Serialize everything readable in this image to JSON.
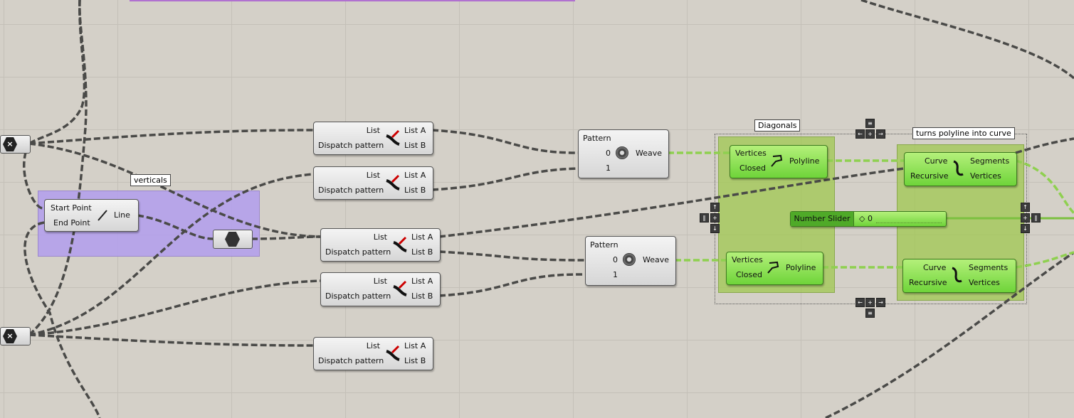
{
  "dispatch": [
    {
      "in1": "List",
      "in2": "Dispatch pattern",
      "out1": "List A",
      "out2": "List B"
    },
    {
      "in1": "List",
      "in2": "Dispatch pattern",
      "out1": "List A",
      "out2": "List B"
    },
    {
      "in1": "List",
      "in2": "Dispatch pattern",
      "out1": "List A",
      "out2": "List B"
    },
    {
      "in1": "List",
      "in2": "Dispatch pattern",
      "out1": "List A",
      "out2": "List B"
    },
    {
      "in1": "List",
      "in2": "Dispatch pattern",
      "out1": "List A",
      "out2": "List B"
    }
  ],
  "weave": [
    {
      "in0": "Pattern",
      "in1": "0",
      "in2": "1",
      "out": "Weave"
    },
    {
      "in0": "Pattern",
      "in1": "0",
      "in2": "1",
      "out": "Weave"
    }
  ],
  "line": {
    "in1": "Start Point",
    "in2": "End Point",
    "out": "Line"
  },
  "polyline": [
    {
      "in1": "Vertices",
      "in2": "Closed",
      "out": "Polyline"
    },
    {
      "in1": "Vertices",
      "in2": "Closed",
      "out": "Polyline"
    }
  ],
  "explode": [
    {
      "in1": "Curve",
      "in2": "Recursive",
      "out1": "Segments",
      "out2": "Vertices"
    },
    {
      "in1": "Curve",
      "in2": "Recursive",
      "out1": "Segments",
      "out2": "Vertices"
    }
  ],
  "slider": {
    "label": "Number Slider",
    "value": "0"
  },
  "groups": {
    "verticals": "verticals",
    "diagonals": "Diagonals",
    "curve": "turns polyline into curve"
  }
}
